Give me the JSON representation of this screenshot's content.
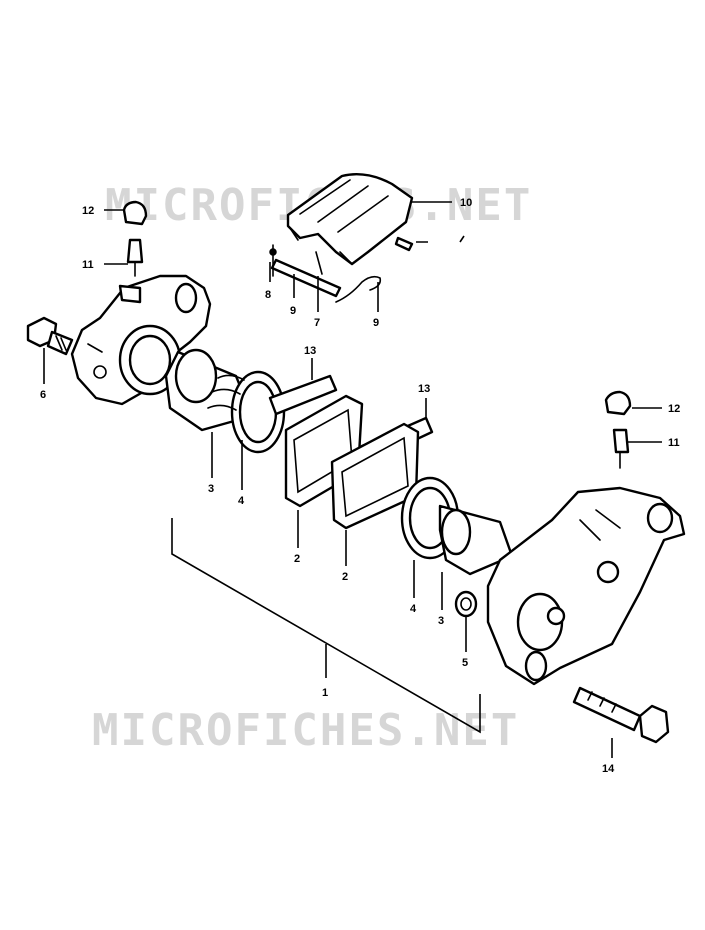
{
  "watermark": {
    "top": "MICROFICHES.NET",
    "bottom": "MICROFICHES.NET"
  },
  "labels": {
    "p1": "1",
    "p2a": "2",
    "p2b": "2",
    "p3a": "3",
    "p3b": "3",
    "p4a": "4",
    "p4b": "4",
    "p5": "5",
    "p6": "6",
    "p7": "7",
    "p8": "8",
    "p9a": "9",
    "p9b": "9",
    "p10": "10",
    "p11a": "11",
    "p11b": "11",
    "p12a": "12",
    "p12b": "12",
    "p13a": "13",
    "p13b": "13",
    "p14": "14"
  },
  "colors": {
    "ink": "#000000",
    "watermark": "#d6d6d6",
    "background": "#ffffff"
  }
}
